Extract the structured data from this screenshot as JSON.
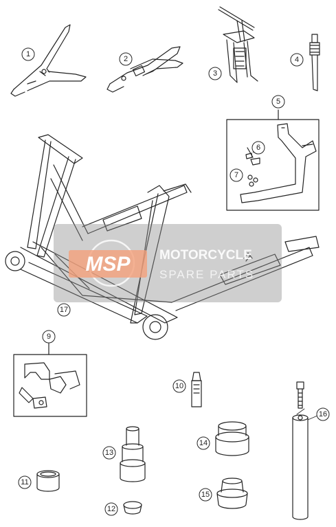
{
  "callouts": [
    {
      "id": "1",
      "label": "1"
    },
    {
      "id": "2",
      "label": "2"
    },
    {
      "id": "3",
      "label": "3"
    },
    {
      "id": "4",
      "label": "4"
    },
    {
      "id": "5",
      "label": "5"
    },
    {
      "id": "6",
      "label": "6"
    },
    {
      "id": "7",
      "label": "7"
    },
    {
      "id": "9",
      "label": "9"
    },
    {
      "id": "10",
      "label": "10"
    },
    {
      "id": "11",
      "label": "11"
    },
    {
      "id": "12",
      "label": "12"
    },
    {
      "id": "13",
      "label": "13"
    },
    {
      "id": "14",
      "label": "14"
    },
    {
      "id": "15",
      "label": "15"
    },
    {
      "id": "16",
      "label": "16"
    },
    {
      "id": "17",
      "label": "17"
    }
  ],
  "watermark": {
    "brand": "MSP",
    "line1": "MOTORCYCLE",
    "line2": "SPARE PARTS",
    "colors": {
      "brand_bg": "#f4a07a",
      "panel": "#8c8c8c"
    }
  }
}
